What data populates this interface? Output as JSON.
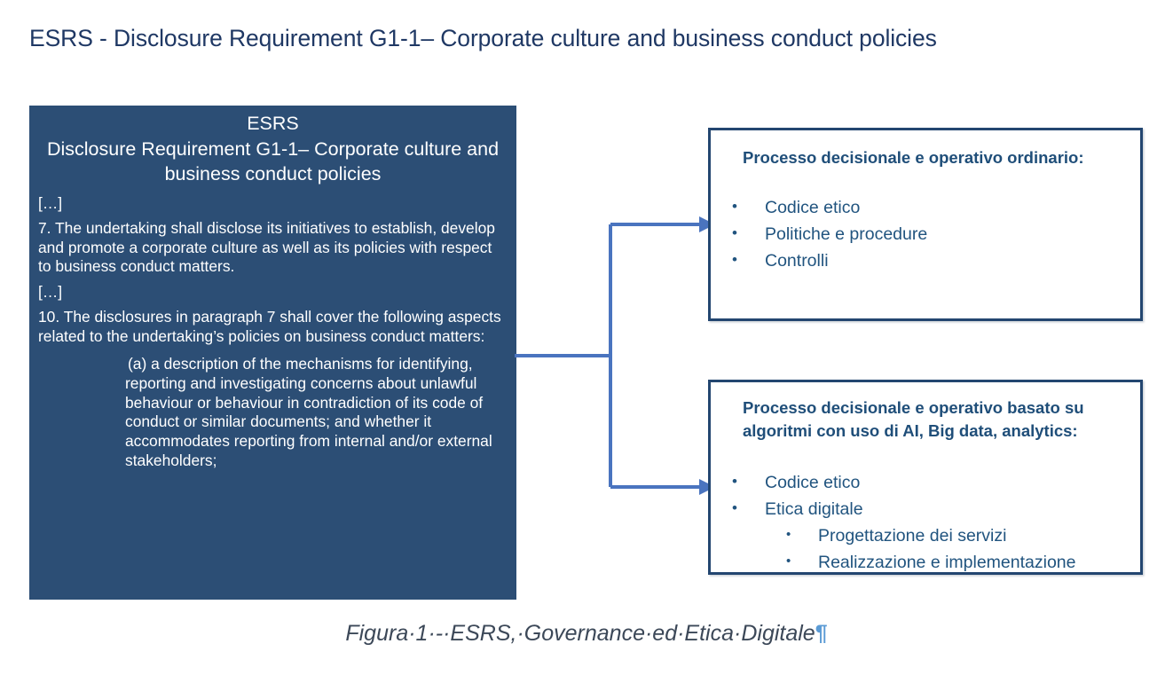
{
  "page": {
    "title": "ESRS - Disclosure Requirement G1-1– Corporate culture and business conduct policies",
    "background_color": "#FFFFFF"
  },
  "colors": {
    "title_text": "#1F3864",
    "source_box_fill": "#2C4E75",
    "source_box_text": "#FFFFFF",
    "outline_box_border": "#234670",
    "box_title_text": "#1F4E79",
    "bullet_text": "#21547F",
    "connector_line": "#4A74BF",
    "caption_text": "#3C4858",
    "pilcrow": "#5B9BD5"
  },
  "source_box": {
    "heading_line1": "ESRS",
    "heading_line2": "Disclosure Requirement G1-1– Corporate culture and business conduct policies",
    "paragraphs": [
      "[…]",
      "7. The undertaking shall disclose its initiatives to establish, develop and promote a corporate culture as well as its policies with respect to business conduct matters.",
      "[…]",
      "10. The disclosures in paragraph 7 shall cover the following aspects related to the undertaking’s policies on business conduct matters:"
    ],
    "sub_paragraph": "(a) a description of the mechanisms for identifying, reporting and investigating concerns about unlawful behaviour or behaviour in contradiction of its code of conduct or similar documents; and whether it accommodates reporting from internal and/or external stakeholders;"
  },
  "boxes": [
    {
      "id": "ordinary",
      "title": "Processo decisionale e operativo ordinario:",
      "bullets": [
        {
          "label": "Codice etico",
          "children": []
        },
        {
          "label": "Politiche e procedure",
          "children": []
        },
        {
          "label": "Controlli",
          "children": []
        }
      ]
    },
    {
      "id": "ai",
      "title": "Processo decisionale e operativo basato su algoritmi con uso di AI, Big data, analytics:",
      "bullets": [
        {
          "label": "Codice etico",
          "children": []
        },
        {
          "label": "Etica digitale",
          "children": [
            "Progettazione dei servizi",
            "Realizzazione e implementazione"
          ]
        }
      ]
    }
  ],
  "connector": {
    "description": "bracket-connector-with-two-right-arrows",
    "arrow_count": 2
  },
  "caption": {
    "text": "Figura·1·-·ESRS,·Governance·ed·Etica·Digitale",
    "pilcrow": "¶"
  }
}
